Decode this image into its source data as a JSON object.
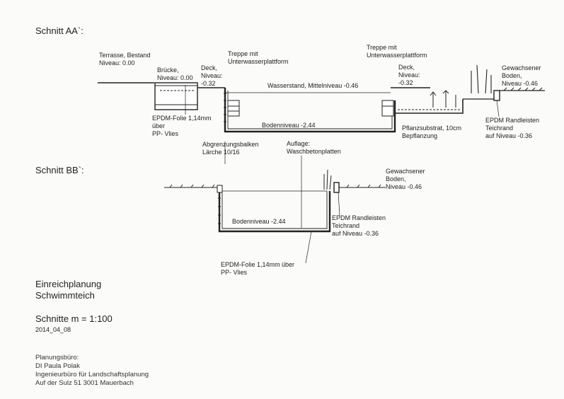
{
  "sectionAA": {
    "title": "Schnitt AA`:",
    "terrasse": [
      "Terrasse, Bestand",
      "Niveau: 0.00"
    ],
    "bruecke": [
      "Brücke,",
      "Niveau: 0.00"
    ],
    "deck_left": [
      "Deck,",
      "Niveau:",
      "-0.32"
    ],
    "treppe_left": [
      "Treppe mit",
      "Unterwasserplattform"
    ],
    "wasserstand": "Wasserstand, Mittelniveau -0.46",
    "treppe_right": [
      "Treppe mit",
      "Unterwasserplattform"
    ],
    "deck_right": [
      "Deck,",
      "Niveau:",
      "-0.32"
    ],
    "gewachsener": [
      "Gewachsener",
      "Boden,",
      "Niveau -0.46"
    ],
    "epdm_folie": [
      "EPDM-Folie 1,14mm",
      "über",
      "PP- Vlies"
    ],
    "bodenniveau": "Bodenniveau -2.44",
    "pflanz": [
      "Pflanzsubstrat, 10cm",
      "Bepflanzung"
    ],
    "epdm_rand": [
      "EPDM Randleisten",
      "Teichrand",
      "auf Niveau -0.36"
    ],
    "abgrenzung": [
      "Abgrenzungsbalken",
      "Lärche 10/16"
    ],
    "auflage": [
      "Auflage:",
      "Waschbetonplatten"
    ]
  },
  "sectionBB": {
    "title": "Schnitt BB`:",
    "gewachsener": [
      "Gewachsener",
      "Boden,",
      "Niveau -0.46"
    ],
    "bodenniveau": "Bodenniveau -2.44",
    "epdm_rand": [
      "EPDM Randleisten",
      "Teichrand",
      "auf Niveau -0.36"
    ],
    "epdm_folie": [
      "EPDM-Folie 1,14mm über",
      "PP- Vlies"
    ]
  },
  "titleblock": {
    "line1": "Einreichplanung",
    "line2": "Schwimmteich",
    "scale": "Schnitte m = 1:100",
    "date": "2014_04_08"
  },
  "office": {
    "heading": "Planungsbüro:",
    "name": "DI Paula Polak",
    "company": "Ingenieurbüro für Landschaftsplanung",
    "address": "Auf der Sulz 51  3001 Mauerbach"
  }
}
